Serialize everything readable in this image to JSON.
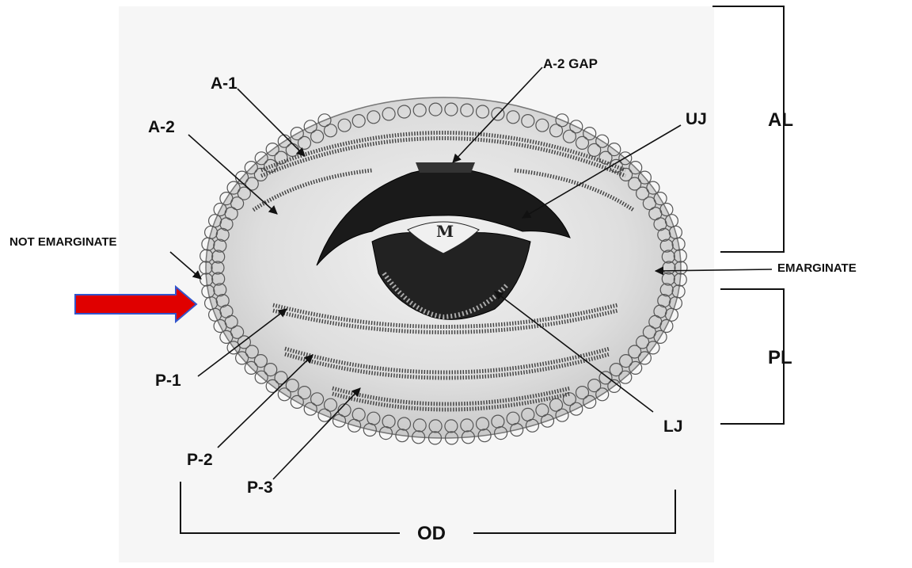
{
  "labels": {
    "a1": "A-1",
    "a2": "A-2",
    "a2_gap": "A-2 GAP",
    "uj": "UJ",
    "al": "AL",
    "not_emarginate": "NOT EMARGINATE",
    "emarginate": "EMARGINATE",
    "p1": "P-1",
    "p2": "P-2",
    "p3": "P-3",
    "lj": "LJ",
    "pl": "PL",
    "od": "OD",
    "m": "M"
  },
  "colors": {
    "pointer_arrow": "#e00000",
    "pointer_arrow_outline": "#3355cc",
    "line": "#111111",
    "jaw": "#1a1a1a",
    "disc": "#d8d8d8"
  },
  "icons": {
    "pointer": "red-right-arrow-icon"
  }
}
